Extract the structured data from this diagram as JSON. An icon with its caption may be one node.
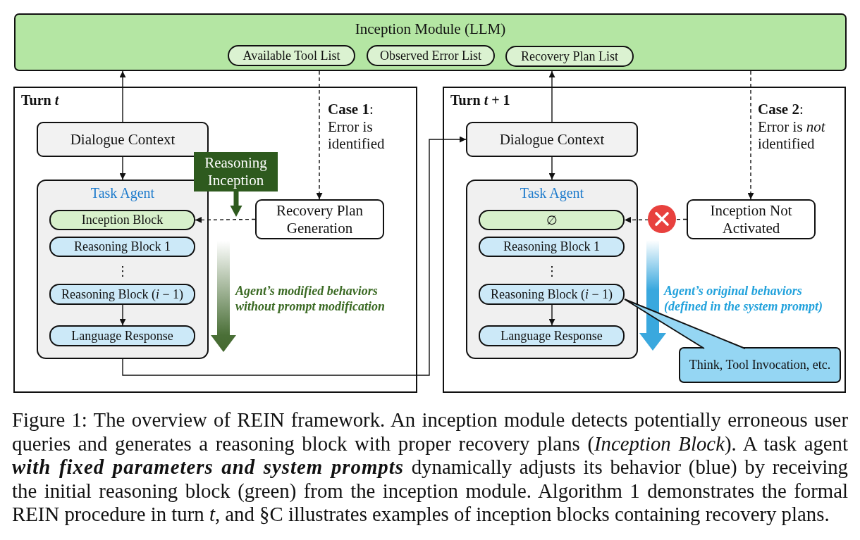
{
  "diagram": {
    "nodes": [
      {
        "text": [
          "Inception Module (LLM)"
        ]
      },
      {
        "text": [
          "Available Tool List"
        ],
        "in": 0
      },
      {
        "text": [
          "Observed Error List"
        ],
        "in": 0
      },
      {
        "text": [
          "Recovery Plan List"
        ],
        "in": 0
      },
      {
        "text": [
          "Turn *t*"
        ]
      },
      {
        "text": [
          "Dialogue Context"
        ],
        "in": 4
      },
      {
        "text": [
          "Task Agent"
        ],
        "in": 4
      },
      {
        "text": [
          "Inception Block"
        ],
        "in": 6
      },
      {
        "text": [
          "Reasoning Block 1"
        ],
        "in": 6
      },
      {
        "text": [
          "Reasoning Block (*i* − 1)"
        ],
        "in": 6
      },
      {
        "text": [
          "Language Response"
        ],
        "in": 6
      },
      {
        "text": [
          "Reasoning Inception"
        ],
        "in": 4
      },
      {
        "text": [
          "Recovery Plan Generation"
        ],
        "in": 4
      },
      {
        "text": [
          "Turn *t* + 1"
        ]
      },
      {
        "text": [
          "Dialogue Context"
        ],
        "in": 13
      },
      {
        "text": [
          "Task Agent"
        ],
        "in": 13
      },
      {
        "text": [
          "∅"
        ],
        "in": 15
      },
      {
        "text": [
          "Reasoning Block 1"
        ],
        "in": 15
      },
      {
        "text": [
          "Reasoning Block (*i* − 1)"
        ],
        "in": 15
      },
      {
        "text": [
          "Language Response"
        ],
        "in": 15
      },
      {
        "text": [
          "Inception Not Activated"
        ],
        "in": 13
      },
      {
        "text": [
          "Think, Tool Invocation, etc."
        ],
        "in": 13
      }
    ],
    "edges": [
      {
        "from": 5,
        "to": 0,
        "arrow": "to"
      },
      {
        "from": 0,
        "to": 12,
        "arrow": "to",
        "style": "dashed",
        "label": "**Case 1**: Error is identified"
      },
      {
        "from": 5,
        "to": 6,
        "arrow": "to"
      },
      {
        "from": 12,
        "to": 7,
        "arrow": "to",
        "style": "dashed"
      },
      {
        "from": 9,
        "to": 10,
        "arrow": "to"
      },
      {
        "from": 6,
        "to": 14,
        "arrow": "to"
      },
      {
        "from": 14,
        "to": 0,
        "arrow": "to"
      },
      {
        "from": 0,
        "to": 20,
        "arrow": "to",
        "style": "dashed",
        "label": "**Case 2**: Error is *not* identified"
      },
      {
        "from": 14,
        "to": 15,
        "arrow": "to"
      },
      {
        "from": 20,
        "to": 16,
        "arrow": "to",
        "style": "dashed"
      },
      {
        "from": 18,
        "to": 19,
        "arrow": "to"
      },
      {
        "from": 11,
        "to": null,
        "arrow": "to",
        "style": "thick",
        "color": "#2e5a1e"
      },
      {
        "from": 21,
        "to": 18,
        "arrow": "none"
      }
    ],
    "labels": [
      "⋮",
      "Agent’s modified behaviors without prompt modification",
      "⋮",
      "Agent’s original behaviors (defined in the system prompt)"
    ],
    "caption": "Figure 1: The overview of REIN framework. An inception module detects potentially erroneous user queries and generates a reasoning block with proper recovery plans (*Inception Block*). A task agent **with fixed parameters and system prompts** dynamically adjusts its behavior (blue) by receiving the initial reasoning block (green) from the inception module. Algorithm 1 demonstrates the formal REIN procedure in turn *t*, and §C illustrates examples of inception blocks containing recovery plans."
  }
}
